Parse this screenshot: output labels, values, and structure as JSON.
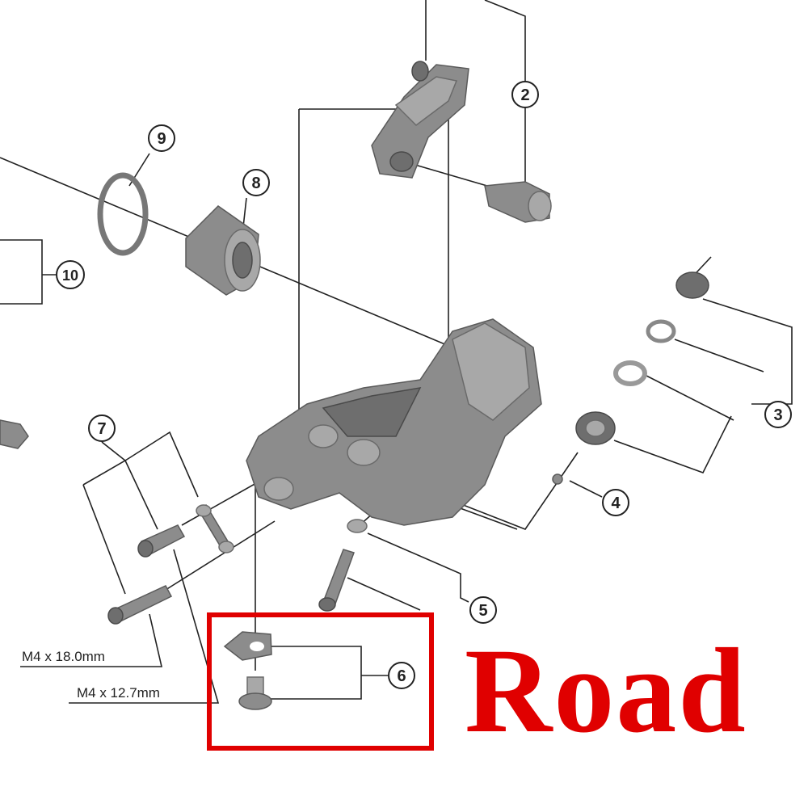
{
  "callouts": [
    "2",
    "3",
    "4",
    "5",
    "6",
    "7",
    "8",
    "9",
    "10"
  ],
  "specs": {
    "bolt_long": "M4 x 18.0mm",
    "bolt_short": "M4 x 12.7mm"
  },
  "highlight": {
    "label": "Road",
    "color": "#e00000",
    "highlighted_callout": "6"
  },
  "part_color": "#8c8c8c"
}
